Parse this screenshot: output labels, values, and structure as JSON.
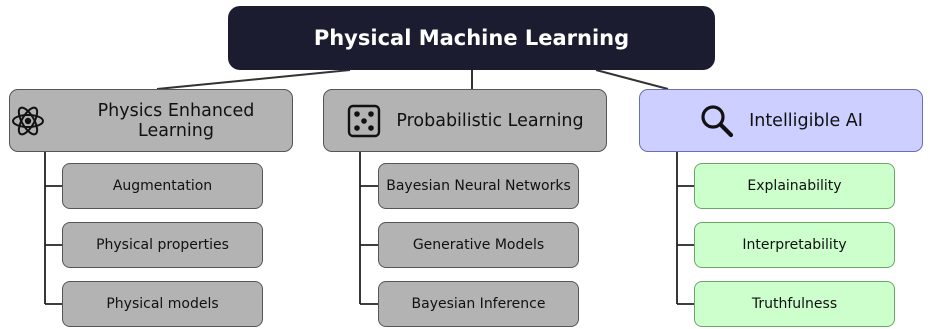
{
  "root": {
    "title": "Physical Machine Learning"
  },
  "colors": {
    "root_bg": "#1c1c30",
    "grey_box": "#b3b3b3",
    "blue_box": "#cccfff",
    "green_box": "#ccffcc"
  },
  "branches": [
    {
      "label": "Physics Enhanced Learning",
      "icon": "atom-icon",
      "children": [
        "Augmentation",
        "Physical properties",
        "Physical models"
      ]
    },
    {
      "label": "Probabilistic Learning",
      "icon": "dice-icon",
      "children": [
        "Bayesian Neural Networks",
        "Generative Models",
        "Bayesian Inference"
      ]
    },
    {
      "label": "Intelligible AI",
      "icon": "magnifier-icon",
      "children": [
        "Explainability",
        "Interpretability",
        "Truthfulness"
      ]
    }
  ]
}
